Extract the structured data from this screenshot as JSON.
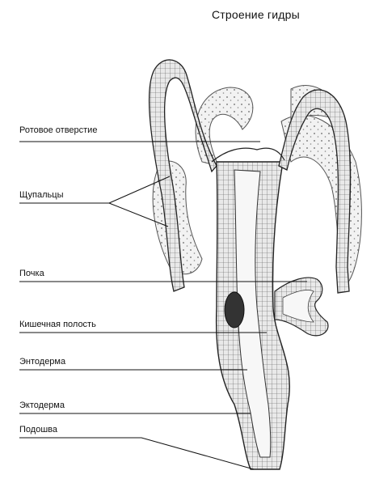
{
  "title": "Строение гидры",
  "labels": {
    "mouth": "Ротовое отверстие",
    "tentacles": "Щупальцы",
    "bud": "Почка",
    "gut_cavity": "Кишечная полость",
    "endoderm": "Энтодерма",
    "ectoderm": "Эктодерма",
    "sole": "Подошва"
  },
  "colors": {
    "cell_fill": "#eeeeee",
    "cavity_fill": "#f7f7f7",
    "outline": "#222222",
    "stipple": "#777777"
  }
}
